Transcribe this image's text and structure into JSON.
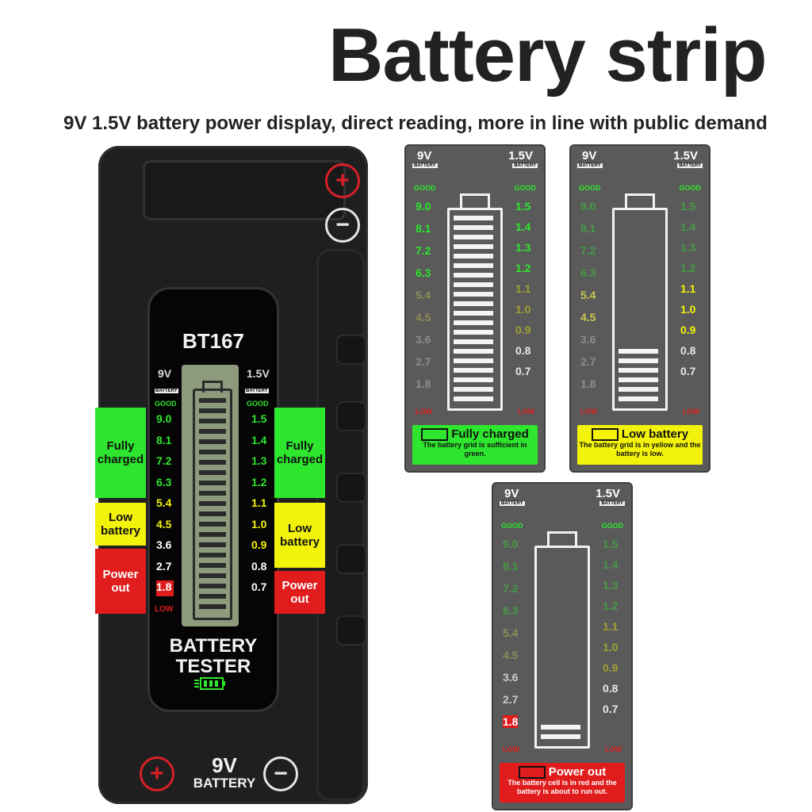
{
  "title": "Battery strip",
  "subtitle": "9V 1.5V battery power display, direct reading, more in line with public demand",
  "device": {
    "model": "BT167",
    "label_line1": "BATTERY",
    "label_line2": "TESTER",
    "bottom_big": "9V",
    "bottom_small": "BATTERY",
    "plus_symbol": "+",
    "minus_symbol": "−",
    "scale_9v_header": "9V",
    "scale_15v_header": "1.5V",
    "scale_sub": "BATTERY",
    "good": "GOOD",
    "low": "LOW",
    "left_scale": [
      "9.0",
      "8.1",
      "7.2",
      "6.3",
      "5.4",
      "4.5",
      "3.6",
      "2.7",
      "1.8"
    ],
    "right_scale": [
      "1.5",
      "1.4",
      "1.3",
      "1.2",
      "1.1",
      "1.0",
      "0.9",
      "0.8",
      "0.7"
    ]
  },
  "side_labels": {
    "left": [
      "Fully charged",
      "Low battery",
      "Power out"
    ],
    "right": [
      "Fully charged",
      "Low battery",
      "Power out"
    ]
  },
  "panels": [
    {
      "header_left": "9V",
      "header_right": "1.5V",
      "sub": "BATTERY",
      "caption_title": "Fully charged",
      "caption_desc": "The battery grid is sufficient in green.",
      "accent": "#2ee62e"
    },
    {
      "header_left": "9V",
      "header_right": "1.5V",
      "sub": "BATTERY",
      "caption_title": "Low battery",
      "caption_desc": "The battery grid is in yellow and the battery is low.",
      "accent": "#f2f20a"
    },
    {
      "header_left": "9V",
      "header_right": "1.5V",
      "sub": "BATTERY",
      "caption_title": "Power out",
      "caption_desc": "The battery cell is in red and the battery is about to run out.",
      "accent": "#e01c1c"
    }
  ],
  "colors": {
    "green": "#2ee62e",
    "yellow": "#f2f20a",
    "red": "#e01c1c",
    "device": "#1f1f1f",
    "panel": "#5a5a5a"
  }
}
